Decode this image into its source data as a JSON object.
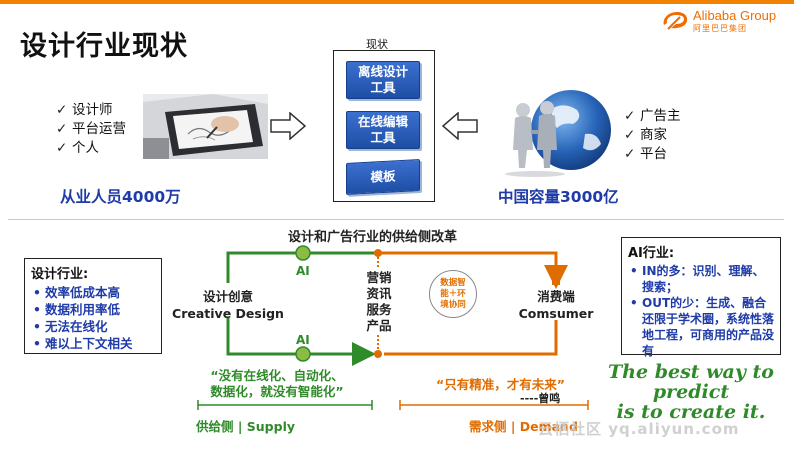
{
  "slide": {
    "title": "设计行业现状",
    "brand": {
      "name_en": "Alibaba Group",
      "name_cn": "阿里巴巴集团",
      "color": "#f06c00"
    }
  },
  "left_section": {
    "roles": [
      "设计师",
      "平台运营",
      "个人"
    ],
    "stat": "从业人员4000万"
  },
  "status_panel": {
    "label": "现状",
    "tiles": [
      "离线设计工具",
      "在线编辑工具",
      "模板"
    ]
  },
  "right_section": {
    "roles": [
      "广告主",
      "商家",
      "平台"
    ],
    "stat": "中国容量3000亿"
  },
  "supply_chain": {
    "title": "设计和广告行业的供给侧改革",
    "ai_top": "AI",
    "ai_bottom": "AI",
    "supply_node_cn": "设计创意",
    "supply_node_en": "Creative Design",
    "middle_node": [
      "营销",
      "资讯",
      "服务",
      "产品"
    ],
    "demand_node_cn": "消费端",
    "demand_node_en": "Comsumer",
    "badge": [
      "数据智",
      "能＋环",
      "境协同"
    ],
    "supply_quote": [
      "“没有在线化、自动化、",
      "数据化，就没有智能化”"
    ],
    "demand_quote": "“只有精准，才有未来”",
    "signature": "----曾鸣",
    "supply_side_label": "供给侧 | Supply",
    "demand_side_label": "需求侧 | Demand"
  },
  "design_industry_box": {
    "heading": "设计行业:",
    "items": [
      "效率低成本高",
      "数据利用率低",
      "无法在线化",
      "难以上下文相关"
    ]
  },
  "ai_industry_box": {
    "heading": "AI行业:",
    "items": [
      "IN的多：识别、理解、搜索；",
      "OUT的少：生成、融合还限于学术圈，系统性落地工程，可商用的产品没有"
    ]
  },
  "slogan": [
    "The best way to",
    "predict",
    "is to create it."
  ],
  "watermark": "云栖社区 yq.aliyun.com",
  "colors": {
    "accent_orange": "#f08200",
    "supply_green": "#2f8b2a",
    "demand_orange": "#e06c00",
    "stat_blue": "#1f3ba8",
    "tile_blue": "#2c5fbf"
  }
}
